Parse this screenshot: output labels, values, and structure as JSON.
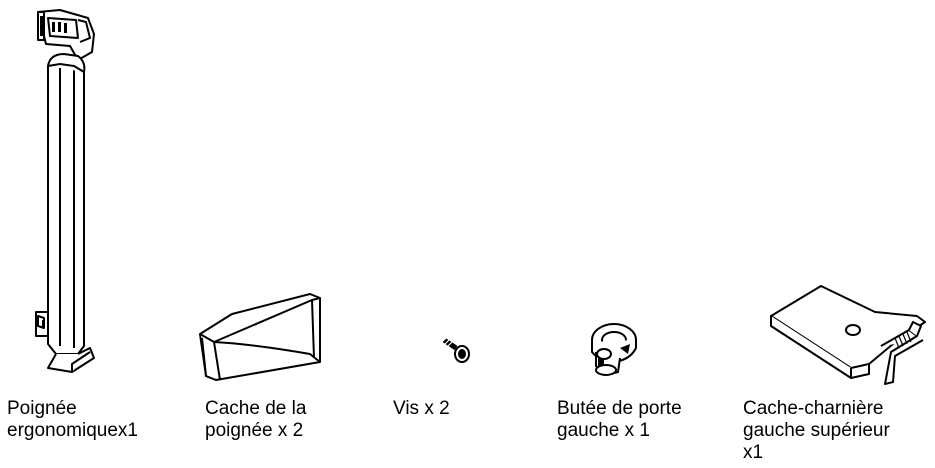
{
  "parts": [
    {
      "id": "handle",
      "lines": [
        "Poignée",
        "ergonomiquex1"
      ],
      "illustration": "ergonomic-handle"
    },
    {
      "id": "handle-cover",
      "lines": [
        "Cache de la",
        "poignée x 2"
      ],
      "illustration": "handle-cover"
    },
    {
      "id": "screw",
      "lines": [
        "Vis x 2"
      ],
      "illustration": "screw"
    },
    {
      "id": "door-stop",
      "lines": [
        "Butée de porte",
        "gauche x 1"
      ],
      "illustration": "door-stop"
    },
    {
      "id": "hinge-cover",
      "lines": [
        "Cache-charnière",
        "gauche supérieur",
        "x1"
      ],
      "illustration": "hinge-cover"
    }
  ]
}
